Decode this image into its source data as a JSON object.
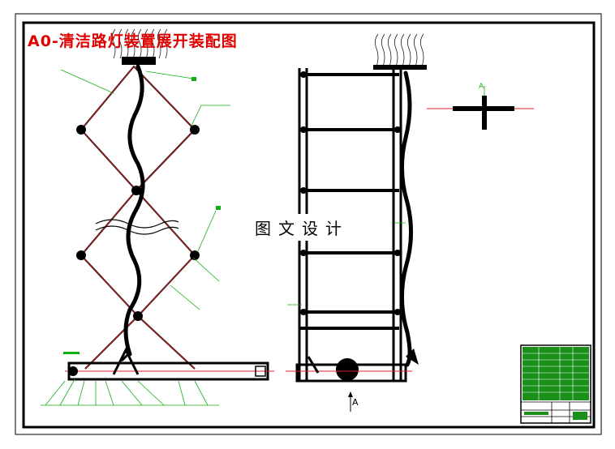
{
  "title": "A0-清洁路灯装置展开装配图",
  "watermark": "图文设计",
  "section_marker": "A",
  "view_arrow": "A",
  "colors": {
    "title": "#e00000",
    "leader": "#12b012",
    "centerline": "#e02020",
    "table": "#1a8f1a"
  }
}
